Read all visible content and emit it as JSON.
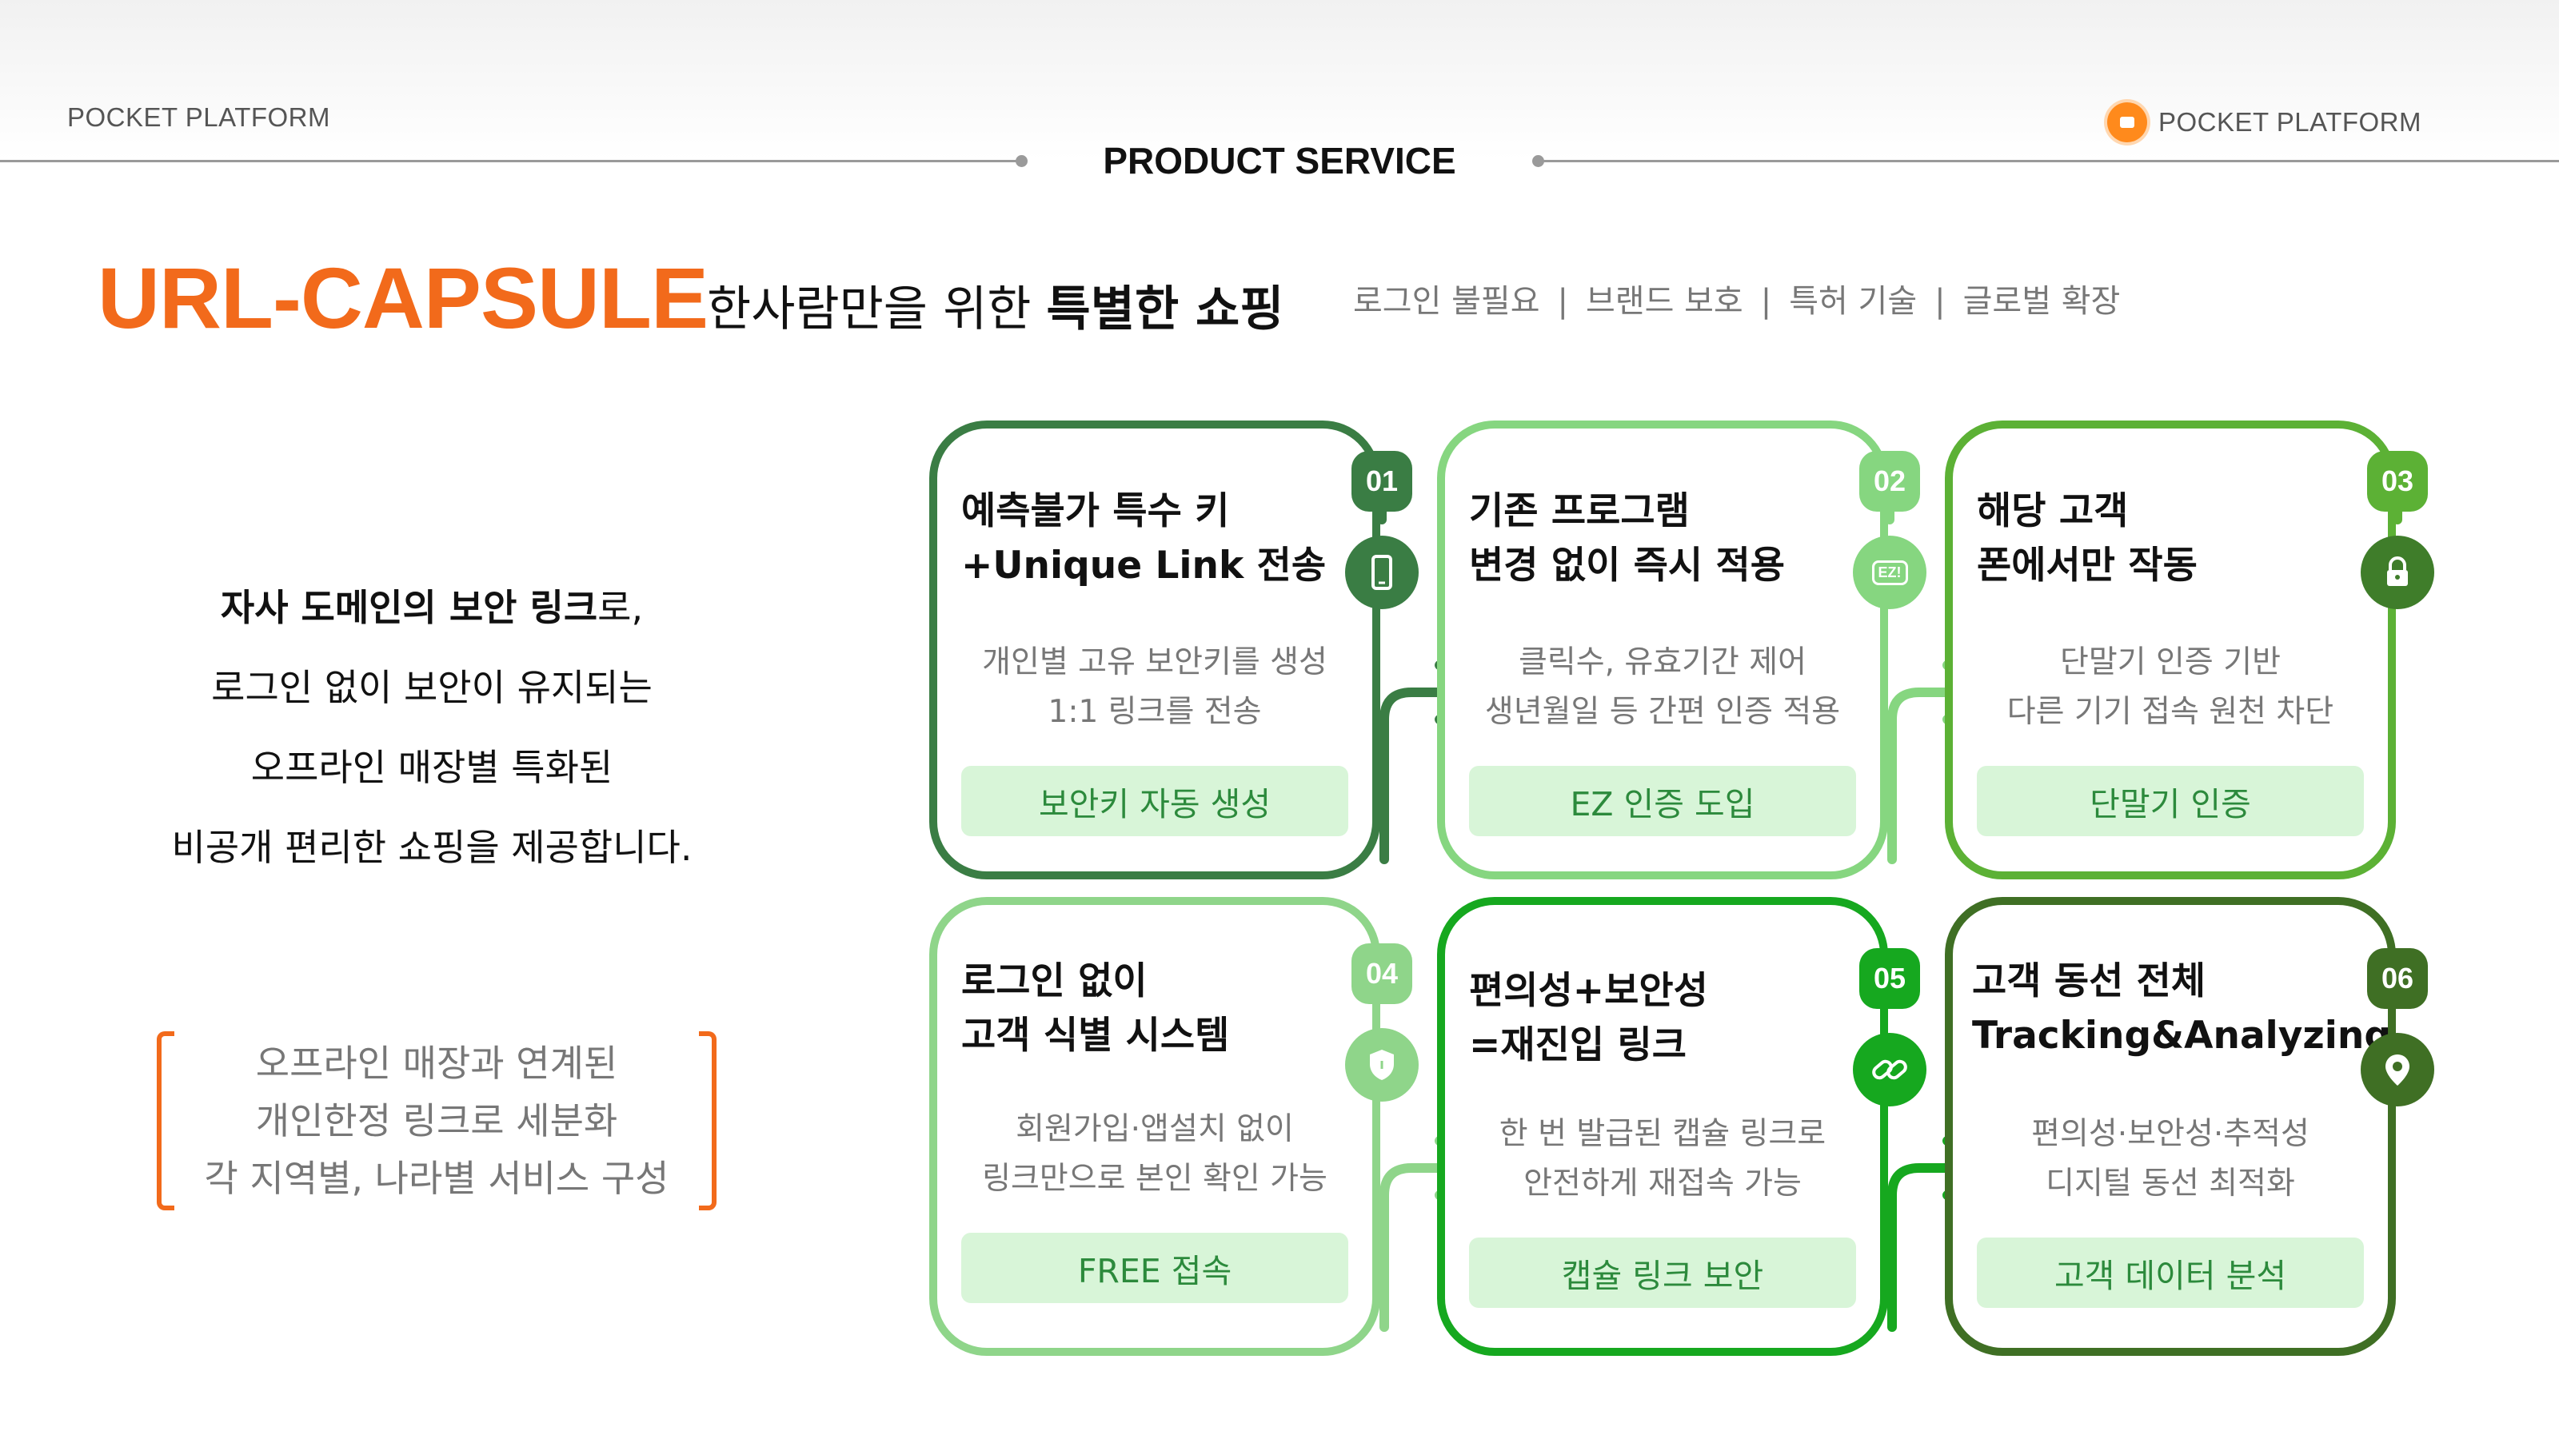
{
  "header": {
    "left_brand": "POCKET PLATFORM",
    "right_brand": "POCKET PLATFORM",
    "section_title": "PRODUCT SERVICE"
  },
  "hero": {
    "brand_name": "URL-CAPSULE",
    "tagline_regular": "한사람만을 위한 ",
    "tagline_bold": "특별한 쇼핑",
    "keywords": [
      "로그인 불필요",
      "브랜드 보호",
      "특허 기술",
      "글로벌 확장"
    ],
    "keyword_separator": "|"
  },
  "intro": {
    "line1_bold": "자사 도메인의 보안 링크",
    "line1_rest": "로,",
    "line2": "로그인 없이 보안이 유지되는",
    "line3": "오프라인 매장별 특화된",
    "line4": "비공개 편리한 쇼핑을 제공합니다."
  },
  "bracket_note": {
    "line1": "오프라인 매장과 연계된",
    "line2": "개인한정 링크로 세분화",
    "line3": "각 지역별, 나라별 서비스 구성"
  },
  "colors": {
    "brand_orange": "#f26a1b",
    "c01": "#3a7d44",
    "c02": "#86d680",
    "c03": "#5cb135",
    "c04": "#8fd58a",
    "c05": "#16a81f",
    "c06": "#3f6f24",
    "pill_bg": "#d8f5d8",
    "pill_text": "#2c8a3c"
  },
  "cards": [
    {
      "number": "01",
      "title_line1": "예측불가 특수 키",
      "title_line2": "+Unique Link 전송",
      "desc_line1": "개인별 고유 보안키를 생성",
      "desc_line2": "1:1 링크를 전송",
      "pill": "보안키 자동 생성",
      "icon": "smartphone-icon"
    },
    {
      "number": "02",
      "title_line1": "기존 프로그램",
      "title_line2": "변경 없이 즉시 적용",
      "desc_line1": "클릭수, 유효기간 제어",
      "desc_line2": "생년월일 등 간편 인증 적용",
      "pill": "EZ 인증 도입",
      "icon": "ez-icon",
      "icon_text": "EZ!"
    },
    {
      "number": "03",
      "title_line1": "해당 고객",
      "title_line2": "폰에서만 작동",
      "desc_line1": "단말기 인증 기반",
      "desc_line2": "다른 기기 접속 원천 차단",
      "pill": "단말기 인증",
      "icon": "lock-icon"
    },
    {
      "number": "04",
      "title_line1": "로그인 없이",
      "title_line2": "고객 식별 시스템",
      "desc_line1": "회원가입·앱설치 없이",
      "desc_line2": "링크만으로 본인 확인 가능",
      "pill": "FREE 접속",
      "icon": "shield-icon"
    },
    {
      "number": "05",
      "title_line1": "편의성+보안성",
      "title_line2": "=재진입 링크",
      "desc_line1": "한 번 발급된 캡슐 링크로",
      "desc_line2": "안전하게 재접속 가능",
      "pill": "캡슐 링크 보안",
      "icon": "link-icon"
    },
    {
      "number": "06",
      "title_line1": "고객 동선 전체",
      "title_line2": "Tracking&Analyzing",
      "desc_line1": "편의성·보안성·추적성",
      "desc_line2": "디지털 동선 최적화",
      "pill": "고객 데이터 분석",
      "icon": "location-pin-icon"
    }
  ]
}
